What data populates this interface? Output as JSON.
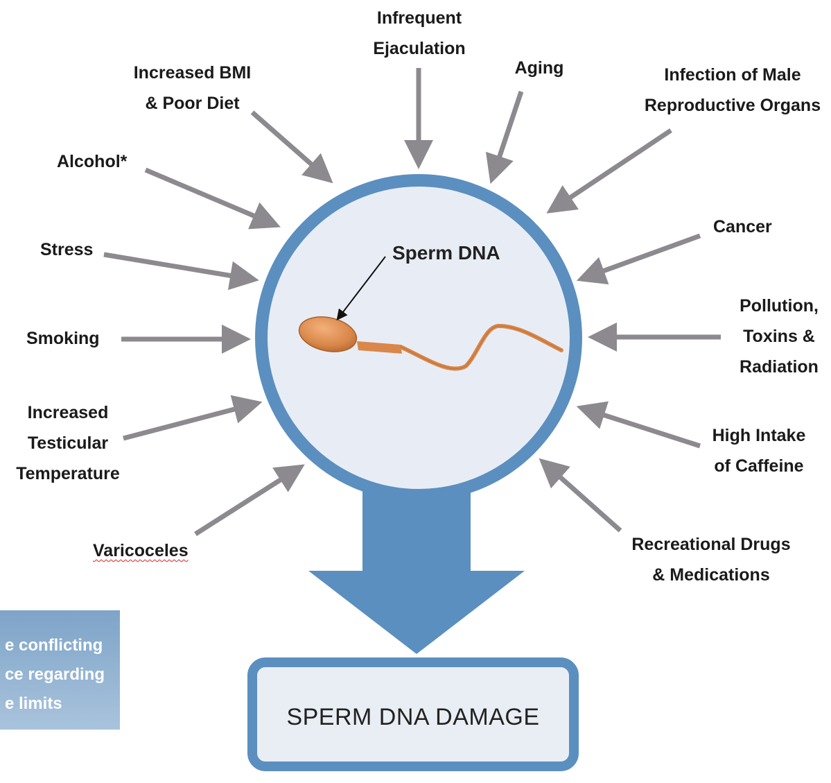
{
  "center": {
    "label": "Sperm DNA"
  },
  "factors": [
    {
      "id": "infrequent-ejaculation",
      "lines": [
        "Infrequent",
        "Ejaculation"
      ]
    },
    {
      "id": "increased-bmi",
      "lines": [
        "Increased BMI",
        "& Poor Diet"
      ]
    },
    {
      "id": "aging",
      "lines": [
        "Aging"
      ]
    },
    {
      "id": "infection",
      "lines": [
        "Infection of Male",
        "Reproductive Organs"
      ]
    },
    {
      "id": "alcohol",
      "lines": [
        "Alcohol*"
      ]
    },
    {
      "id": "stress",
      "lines": [
        "Stress"
      ]
    },
    {
      "id": "cancer",
      "lines": [
        "Cancer"
      ]
    },
    {
      "id": "pollution",
      "lines": [
        "Pollution,",
        "Toxins &",
        "Radiation"
      ]
    },
    {
      "id": "smoking",
      "lines": [
        "Smoking"
      ]
    },
    {
      "id": "testicular-temperature",
      "lines": [
        "Increased",
        "Testicular",
        "Temperature"
      ]
    },
    {
      "id": "caffeine",
      "lines": [
        "High Intake",
        "of Caffeine"
      ]
    },
    {
      "id": "varicoceles",
      "lines": [
        "Varicoceles"
      ]
    },
    {
      "id": "drugs",
      "lines": [
        "Recreational Drugs",
        "& Medications"
      ]
    }
  ],
  "note": {
    "lines": [
      "e conflicting",
      "ce regarding",
      "e limits"
    ]
  },
  "result": {
    "label": "SPERM DNA DAMAGE"
  },
  "colors": {
    "circle_border": "#5b8fbf",
    "circle_fill": "#e8edf5",
    "arrow_gray": "#8c8a8f",
    "big_arrow": "#5b8fbf",
    "sperm": "#d9874a"
  }
}
